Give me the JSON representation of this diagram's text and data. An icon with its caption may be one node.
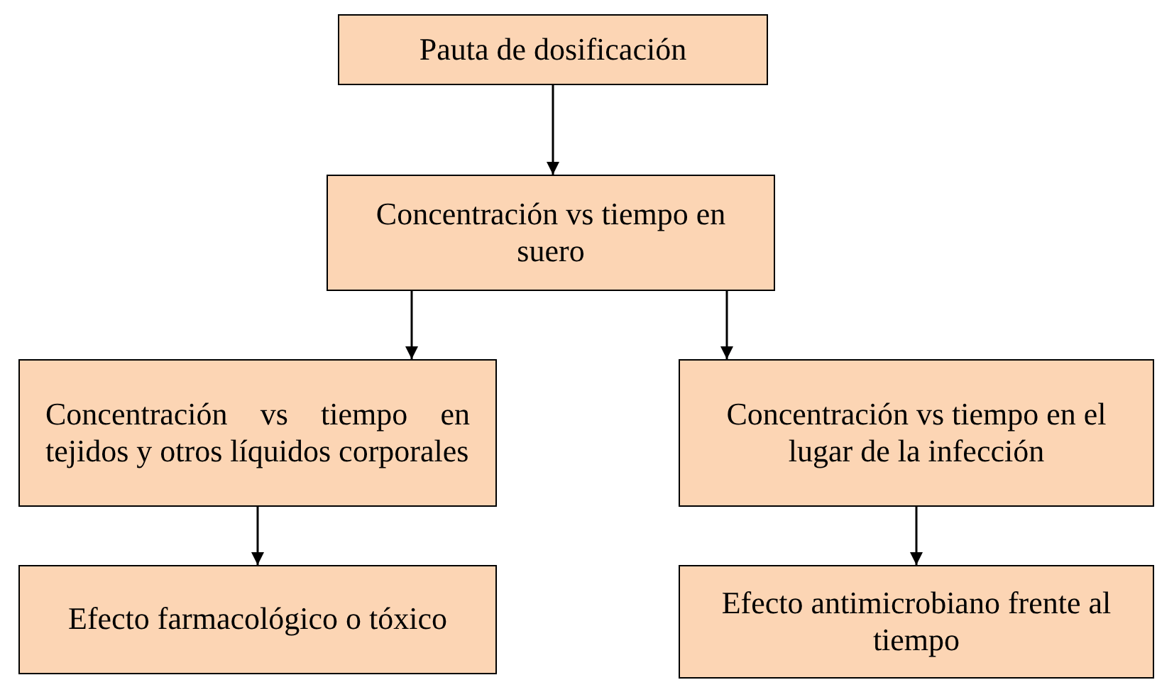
{
  "diagram": {
    "nodes": [
      {
        "text": [
          "Pauta de dosificación"
        ]
      },
      {
        "text": [
          "Concentración vs tiempo en suero"
        ]
      },
      {
        "text": [
          "Concentración vs tiempo en tejidos y otros líquidos corporales"
        ]
      },
      {
        "text": [
          "Concentración vs tiempo en el lugar de la infección"
        ]
      },
      {
        "text": [
          "Efecto farmacológico o tóxico"
        ]
      },
      {
        "text": [
          "Efecto antimicrobiano frente al tiempo"
        ]
      }
    ],
    "edges": [
      {
        "from": 0,
        "to": 1,
        "arrow": "to"
      },
      {
        "from": 1,
        "to": 2,
        "arrow": "to"
      },
      {
        "from": 1,
        "to": 3,
        "arrow": "to"
      },
      {
        "from": 2,
        "to": 4,
        "arrow": "to"
      },
      {
        "from": 3,
        "to": 5,
        "arrow": "to"
      }
    ]
  }
}
